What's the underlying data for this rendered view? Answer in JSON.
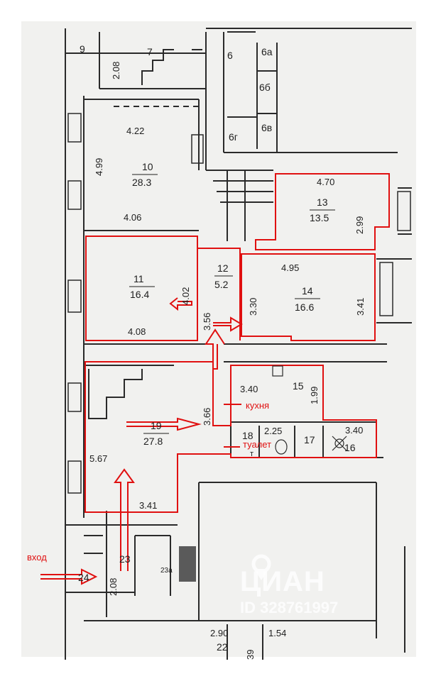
{
  "rooms": [
    {
      "num": "9"
    },
    {
      "num": "7"
    },
    {
      "num": "6"
    },
    {
      "num": "6а"
    },
    {
      "num": "6б"
    },
    {
      "num": "6в"
    },
    {
      "num": "6г"
    },
    {
      "num": "10",
      "area": "28.3"
    },
    {
      "num": "11",
      "area": "16.4"
    },
    {
      "num": "12",
      "area": "5.2"
    },
    {
      "num": "13",
      "area": "13.5"
    },
    {
      "num": "14",
      "area": "16.6"
    },
    {
      "num": "15"
    },
    {
      "num": "16"
    },
    {
      "num": "17"
    },
    {
      "num": "18"
    },
    {
      "num": "19",
      "area": "27.8"
    },
    {
      "num": "22"
    },
    {
      "num": "23"
    },
    {
      "num": "23а"
    },
    {
      "num": "24"
    }
  ],
  "dimensions": [
    "2.08",
    "4.22",
    "4.99",
    "4.06",
    "4.70",
    "2.99",
    "4.02",
    "3.56",
    "4.95",
    "3.30",
    "3.41",
    "4.08",
    "3.40",
    "1.99",
    "3.66",
    "2.25",
    "3.40",
    "5.67",
    "3.41",
    "2.08",
    "2.90",
    "1.54",
    "39"
  ],
  "labels": {
    "entrance": "вход",
    "kitchen": "кухня",
    "toilet": "туалет",
    "t_mark": "т"
  },
  "watermark": {
    "brand": "ЦИАН",
    "id": "ID 328761997"
  },
  "colors": {
    "annotation": "#e01010",
    "line": "#2a2a2a",
    "paper": "#f1f1ef"
  }
}
